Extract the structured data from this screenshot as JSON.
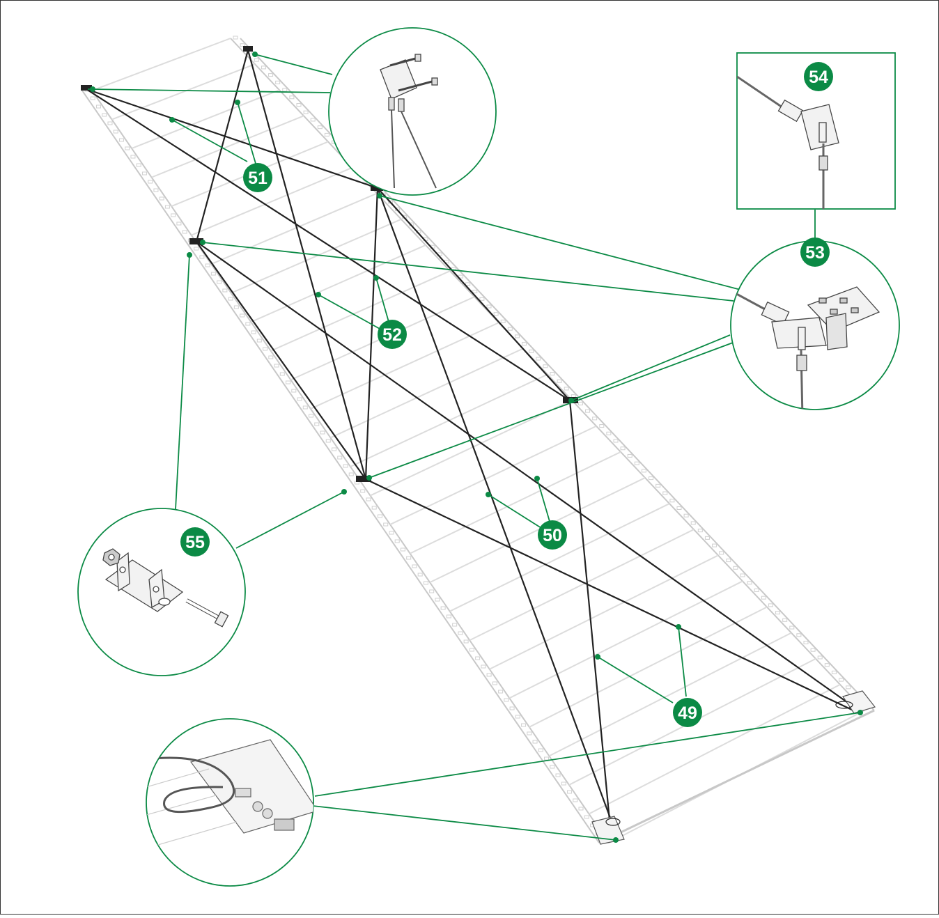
{
  "diagram": {
    "accent_color": "#0b8a45",
    "cable_color": "#222222",
    "frame_color": "#c8c8c8",
    "callouts": [
      {
        "id": "c49",
        "label": "49"
      },
      {
        "id": "c50",
        "label": "50"
      },
      {
        "id": "c51",
        "label": "51"
      },
      {
        "id": "c52",
        "label": "52"
      },
      {
        "id": "c53",
        "label": "53"
      },
      {
        "id": "c54",
        "label": "54"
      },
      {
        "id": "c55",
        "label": "55"
      }
    ],
    "details": [
      {
        "id": "detail-top-bracket",
        "subject": "double bolt cable bracket"
      },
      {
        "id": "detail-53",
        "subject": "cable anchor bracket with tensioner"
      },
      {
        "id": "detail-54",
        "subject": "tensioner close-up"
      },
      {
        "id": "detail-55",
        "subject": "mounting bracket with bolt and nut"
      },
      {
        "id": "detail-bottom",
        "subject": "cable loop end plate"
      }
    ]
  }
}
